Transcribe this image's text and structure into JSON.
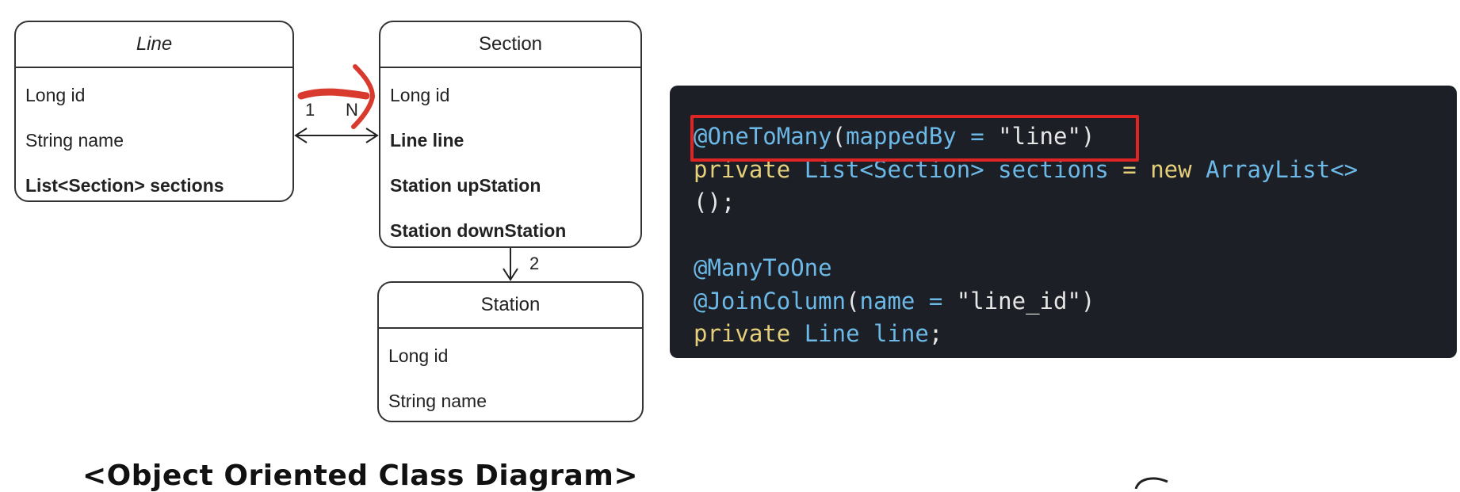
{
  "classes": {
    "line": {
      "title": "Line",
      "attrs": [
        "Long id",
        "String name",
        "List<Section> sections"
      ]
    },
    "section": {
      "title": "Section",
      "attrs": [
        "Long id",
        "Line line",
        "Station upStation",
        "Station downStation"
      ]
    },
    "station": {
      "title": "Station",
      "attrs": [
        "Long id",
        "String name"
      ]
    }
  },
  "multiplicity": {
    "line_side": "1",
    "section_side": "N",
    "station_side": "2"
  },
  "code": {
    "line1": {
      "annotation": "@OneToMany",
      "open": "(",
      "param": "mappedBy",
      "eq": " = ",
      "value": "\"line\"",
      "close": ")"
    },
    "line2": {
      "kw_private": "private",
      "type": "List<Section>",
      "name": "sections",
      "eq": " = ",
      "kw_new": "new",
      "ctor": "ArrayList<>"
    },
    "line3": "();",
    "line5": "@ManyToOne",
    "line6": {
      "annotation": "@JoinColumn",
      "open": "(",
      "param": "name",
      "eq": " = ",
      "value": "\"line_id\"",
      "close": ")"
    },
    "line7": {
      "kw_private": "private",
      "type": "Line",
      "name": "line",
      "semi": ";"
    }
  },
  "caption": "<Object Oriented Class Diagram>",
  "colors": {
    "code_background": "#1c1f25",
    "annotation": "#6cb8e6",
    "keyword": "#e5cf7a",
    "highlight": "#e02323",
    "hand_arrow": "#d83a2e"
  }
}
